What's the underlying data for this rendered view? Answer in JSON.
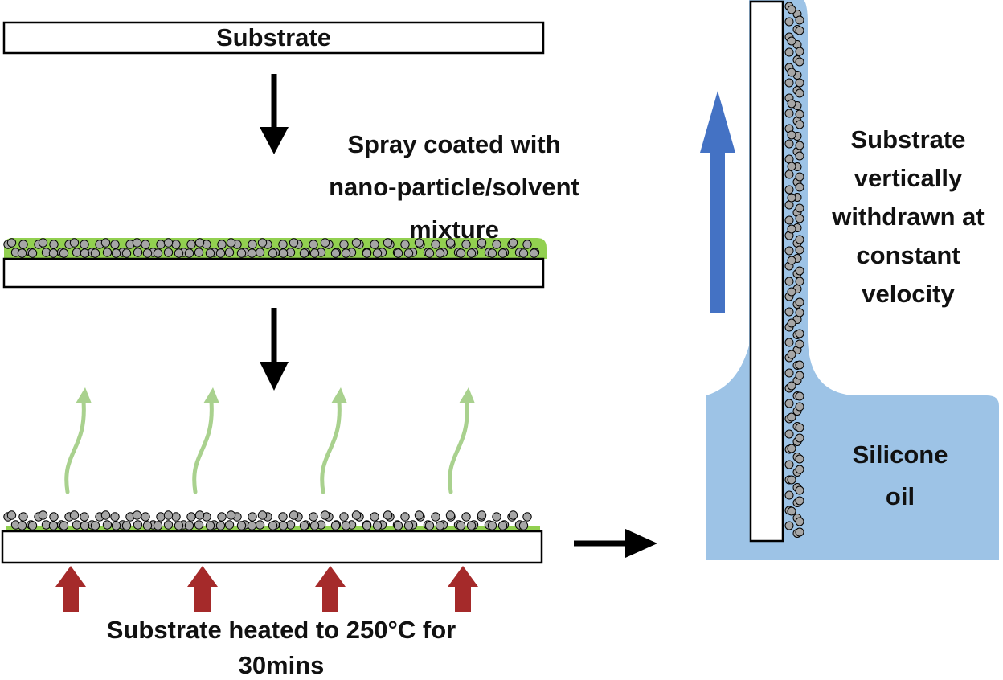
{
  "labels": {
    "substrate": "Substrate",
    "spray_line1": "Spray coated with",
    "spray_line2": "nano-particle/solvent",
    "spray_line3": "mixture",
    "heated_line1": "Substrate heated to 250°C for",
    "heated_line2": "30mins",
    "withdrawn_line1": "Substrate",
    "withdrawn_line2": "vertically",
    "withdrawn_line3": "withdrawn at",
    "withdrawn_line4": "constant",
    "withdrawn_line5": "velocity",
    "oil_line1": "Silicone",
    "oil_line2": "oil"
  },
  "colors": {
    "substrate_fill": "#ffffff",
    "outline": "#000000",
    "solvent": "#92d050",
    "particle": "#a6a6a6",
    "vapor_arrow": "#a9d18e",
    "heat_arrow": "#a52a2a",
    "oil": "#9dc3e6",
    "withdraw_arrow": "#4472c4"
  }
}
